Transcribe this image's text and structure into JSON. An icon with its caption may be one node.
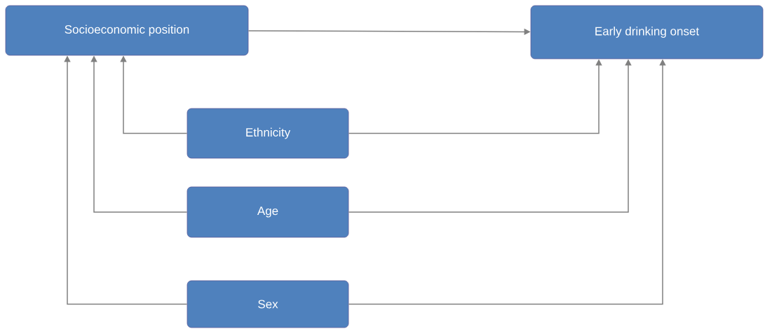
{
  "diagram": {
    "nodes": [
      {
        "text": [
          "Socioeconomic position"
        ]
      },
      {
        "text": [
          "Early drinking onset"
        ]
      },
      {
        "text": [
          "Ethnicity"
        ]
      },
      {
        "text": [
          "Age"
        ]
      },
      {
        "text": [
          "Sex"
        ]
      }
    ],
    "edges": [
      {
        "from": 0,
        "to": 1,
        "arrow": "to"
      },
      {
        "from": 2,
        "to": 0,
        "arrow": "to"
      },
      {
        "from": 2,
        "to": 1,
        "arrow": "to"
      },
      {
        "from": 3,
        "to": 0,
        "arrow": "to"
      },
      {
        "from": 3,
        "to": 1,
        "arrow": "to"
      },
      {
        "from": 4,
        "to": 0,
        "arrow": "to"
      },
      {
        "from": 4,
        "to": 1,
        "arrow": "to"
      }
    ]
  }
}
